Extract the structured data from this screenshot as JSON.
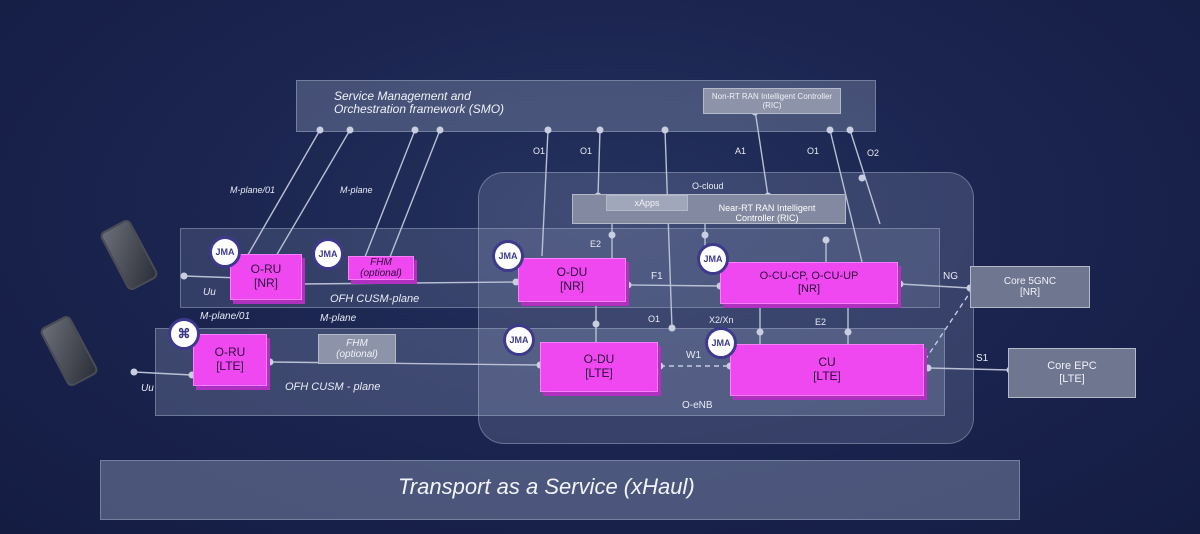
{
  "smo": {
    "title_line1": "Service Management and",
    "title_line2": "Orchestration framework (SMO)",
    "ric": "Non-RT RAN Intelligent Controller (RIC)"
  },
  "ocloud": {
    "label": "O-cloud",
    "xapps": "xApps",
    "near_rt_ric_line1": "Near-RT RAN Intelligent",
    "near_rt_ric_line2": "Controller (RIC)"
  },
  "nr": {
    "oru_line1": "O-RU",
    "oru_line2": "[NR]",
    "fhm_line1": "FHM",
    "fhm_line2": "(optional)",
    "odu_line1": "O-DU",
    "odu_line2": "[NR]",
    "ocu_line1": "O-CU-CP, O-CU-UP",
    "ocu_line2": "[NR]",
    "ofh_label": "OFH CUSM-plane"
  },
  "lte": {
    "oru_line1": "O-RU",
    "oru_line2": "[LTE]",
    "fhm_line1": "FHM",
    "fhm_line2": "(optional)",
    "odu_line1": "O-DU",
    "odu_line2": "[LTE]",
    "cu_line1": "CU",
    "cu_line2": "[LTE]",
    "ofh_label": "OFH CUSM - plane",
    "oenb_label": "O-eNB"
  },
  "core": {
    "fivegc_line1": "Core 5GNC",
    "fivegc_line2": "[NR]",
    "epc_line1": "Core EPC",
    "epc_line2": "[LTE]"
  },
  "interfaces": {
    "o1_a": "O1",
    "o1_b": "O1",
    "a1": "A1",
    "o1_c": "O1",
    "o2": "O2",
    "e2_a": "E2",
    "f1": "F1",
    "ng": "NG",
    "o1_d": "O1",
    "x2xn": "X2/Xn",
    "e2_b": "E2",
    "w1": "W1",
    "s1": "S1",
    "uu_nr": "Uu",
    "uu_lte": "Uu",
    "mplane01_nr": "M-plane/01",
    "mplane_nr": "M-plane",
    "mplane01_lte": "M-plane/01",
    "mplane_lte": "M-plane"
  },
  "badges": {
    "jma": "JMA",
    "lte_logo": "⌘"
  },
  "transport": "Transport as a Service (xHaul)",
  "colors": {
    "background": "#1b2550",
    "module_pink": "#f048f0",
    "plate": "#9aa0b8",
    "badge_ring": "#3d3a8c"
  }
}
